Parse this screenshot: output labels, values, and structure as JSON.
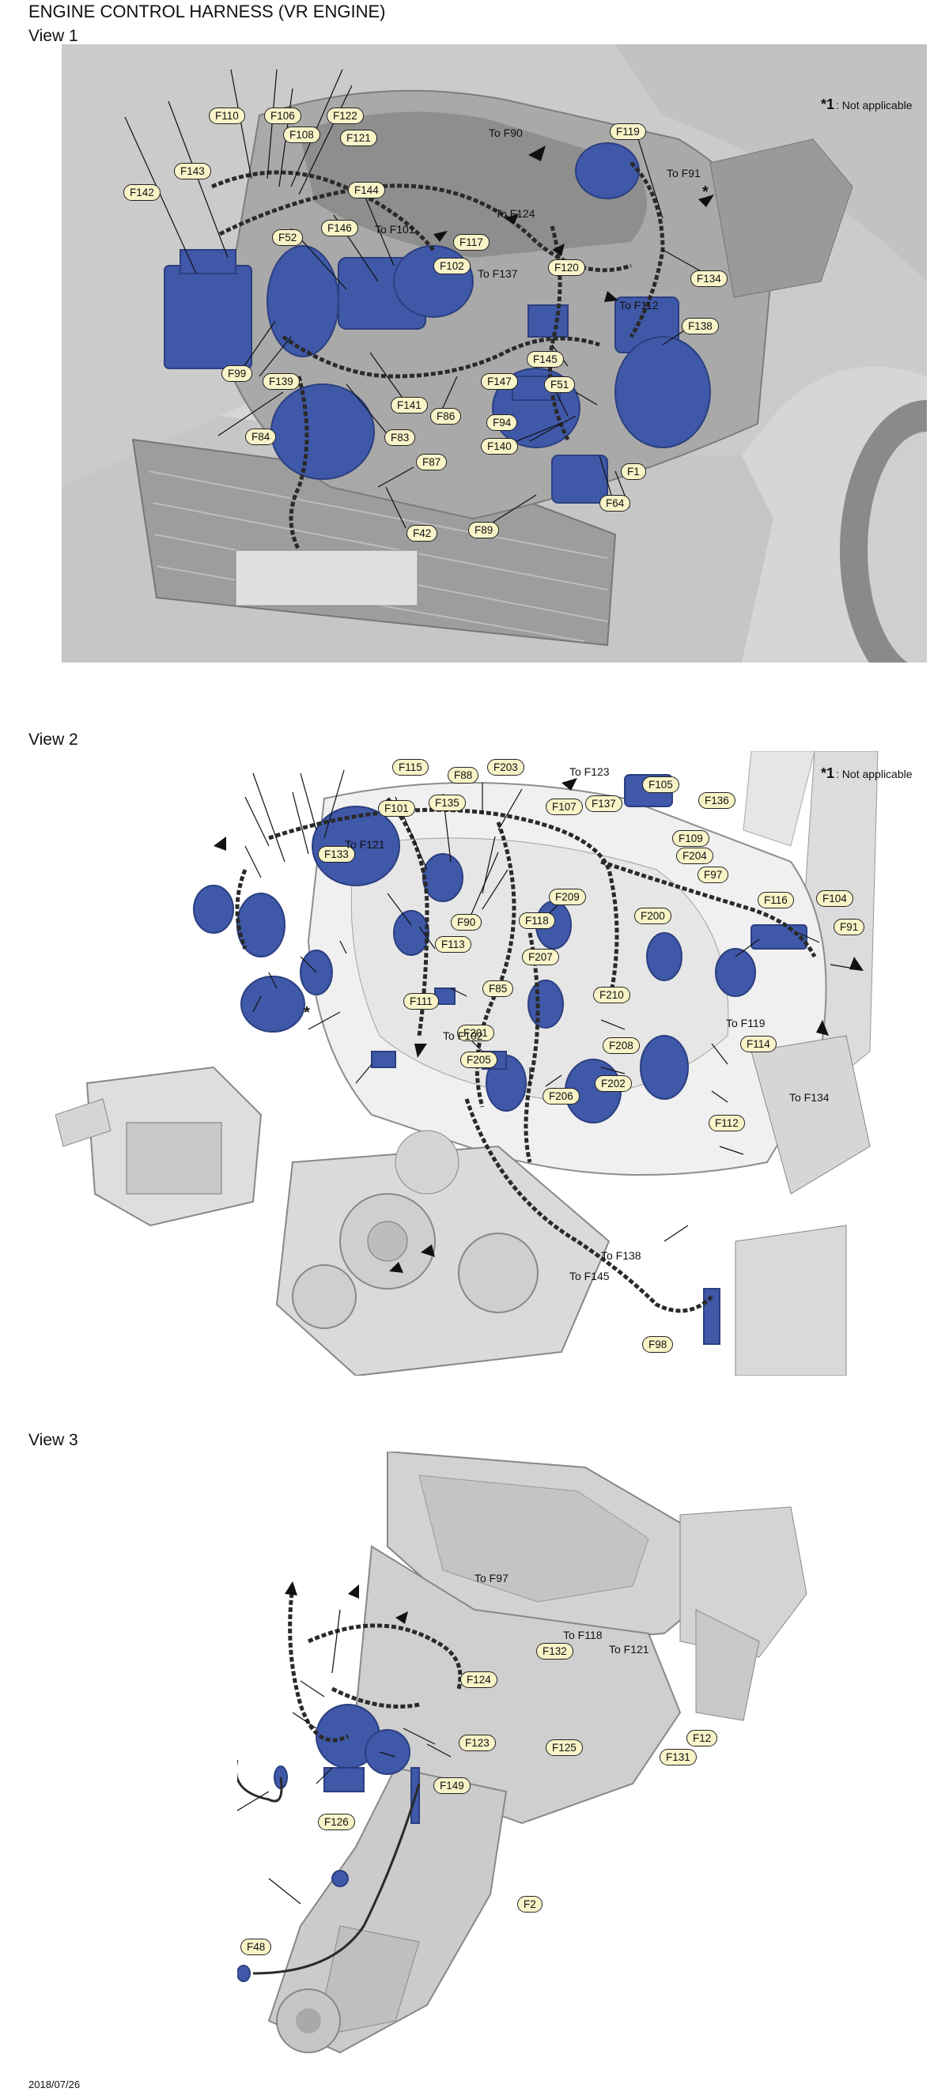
{
  "title": "ENGINE CONTROL HARNESS (VR ENGINE)",
  "note_symbol": "*1",
  "note_text": ": Not applicable",
  "asterisk": "*",
  "footer_date": "2018/07/26",
  "colors": {
    "component_blue": "#3f58a8",
    "callout_fill": "#f8f4c8",
    "engine_grey": "#b9b9b9",
    "car_body": "#cfcfcf",
    "background_view2": "#eeeeee"
  },
  "views": [
    {
      "label": "View 1",
      "callouts": [
        "F110",
        "F106",
        "F122",
        "F108",
        "F121",
        "F143",
        "F142",
        "F144",
        "F146",
        "F52",
        "F119",
        "F117",
        "F102",
        "F120",
        "F134",
        "F138",
        "F99",
        "F139",
        "F145",
        "F147",
        "F51",
        "F141",
        "F86",
        "F84",
        "F83",
        "F94",
        "F140",
        "F87",
        "F1",
        "F64",
        "F42",
        "F89"
      ],
      "destinations": [
        "To F90",
        "To F91",
        "To F124",
        "To F101",
        "To F137",
        "To F112"
      ]
    },
    {
      "label": "View 2",
      "callouts": [
        "F115",
        "F88",
        "F203",
        "F105",
        "F136",
        "F101",
        "F135",
        "F107",
        "F137",
        "F133",
        "F109",
        "F204",
        "F97",
        "F209",
        "F200",
        "F116",
        "F104",
        "F91",
        "F90",
        "F118",
        "F113",
        "F207",
        "F111",
        "F85",
        "F210",
        "F114",
        "F201",
        "F208",
        "F202",
        "F205",
        "F206",
        "F112",
        "F98"
      ],
      "destinations": [
        "To F123",
        "To F121",
        "To F102",
        "To F119",
        "To F134",
        "To F138",
        "To F145"
      ]
    },
    {
      "label": "View 3",
      "callouts": [
        "F132",
        "F124",
        "F12",
        "F123",
        "F125",
        "F131",
        "F149",
        "F126",
        "F2",
        "F48"
      ],
      "destinations": [
        "To F97",
        "To F118",
        "To F121"
      ]
    }
  ]
}
